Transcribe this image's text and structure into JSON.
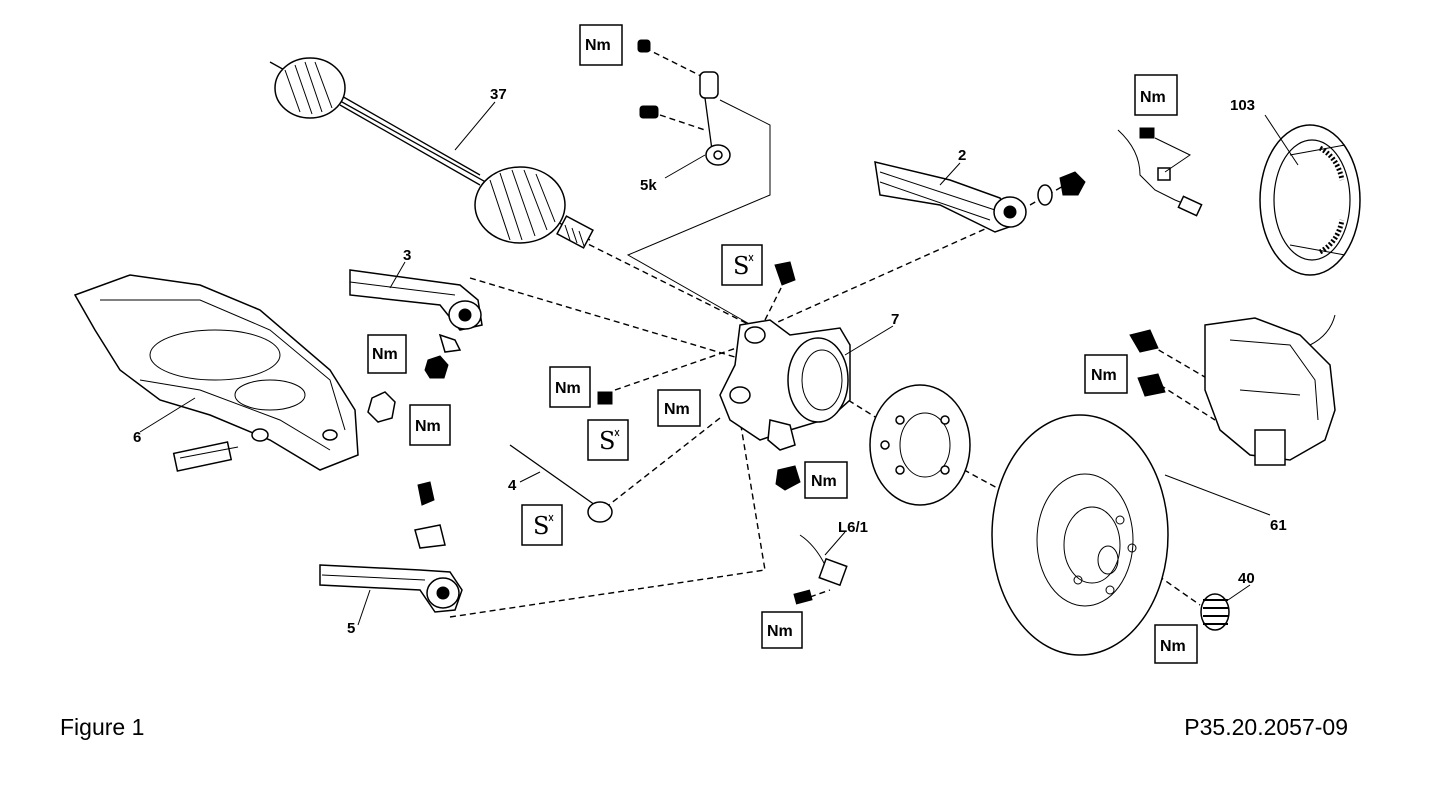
{
  "figure_caption": "Figure 1",
  "figure_reference": "P35.20.2057-09",
  "torque_symbol": "Nm",
  "special_symbol": "S",
  "parts": {
    "drive_shaft": "37",
    "stabilizer_link": "5k",
    "upper_arm": "2",
    "parking_brake_shoe": "103",
    "control_arm_3": "3",
    "lower_arm": "6",
    "knuckle": "7",
    "toe_link": "4",
    "arm_5": "5",
    "sensor": "L6/1",
    "brake_disc": "61",
    "axle_nut": "40"
  }
}
